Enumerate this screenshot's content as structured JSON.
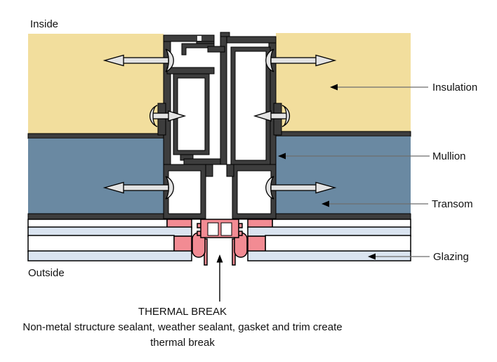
{
  "labels": {
    "inside": "Inside",
    "outside": "Outside"
  },
  "callouts": {
    "insulation": "Insulation",
    "mullion": "Mullion",
    "transom": "Transom",
    "glazing": "Glazing"
  },
  "caption": {
    "heading": "THERMAL BREAK",
    "body_line1": "Non-metal structure sealant, weather sealant, gasket and trim create",
    "body_line2": "thermal break"
  },
  "colors": {
    "background": "#FFFFFF",
    "insulation": "#F2DE9D",
    "mullion_transom": "#6A89A2",
    "glazing": "#DAE4F0",
    "gasket": "#F28B93",
    "frame": "#3D3D3D",
    "fastener": "#E3E3E3",
    "leader": "#6E6E6E",
    "outline": "#000000",
    "text": "#111111"
  }
}
